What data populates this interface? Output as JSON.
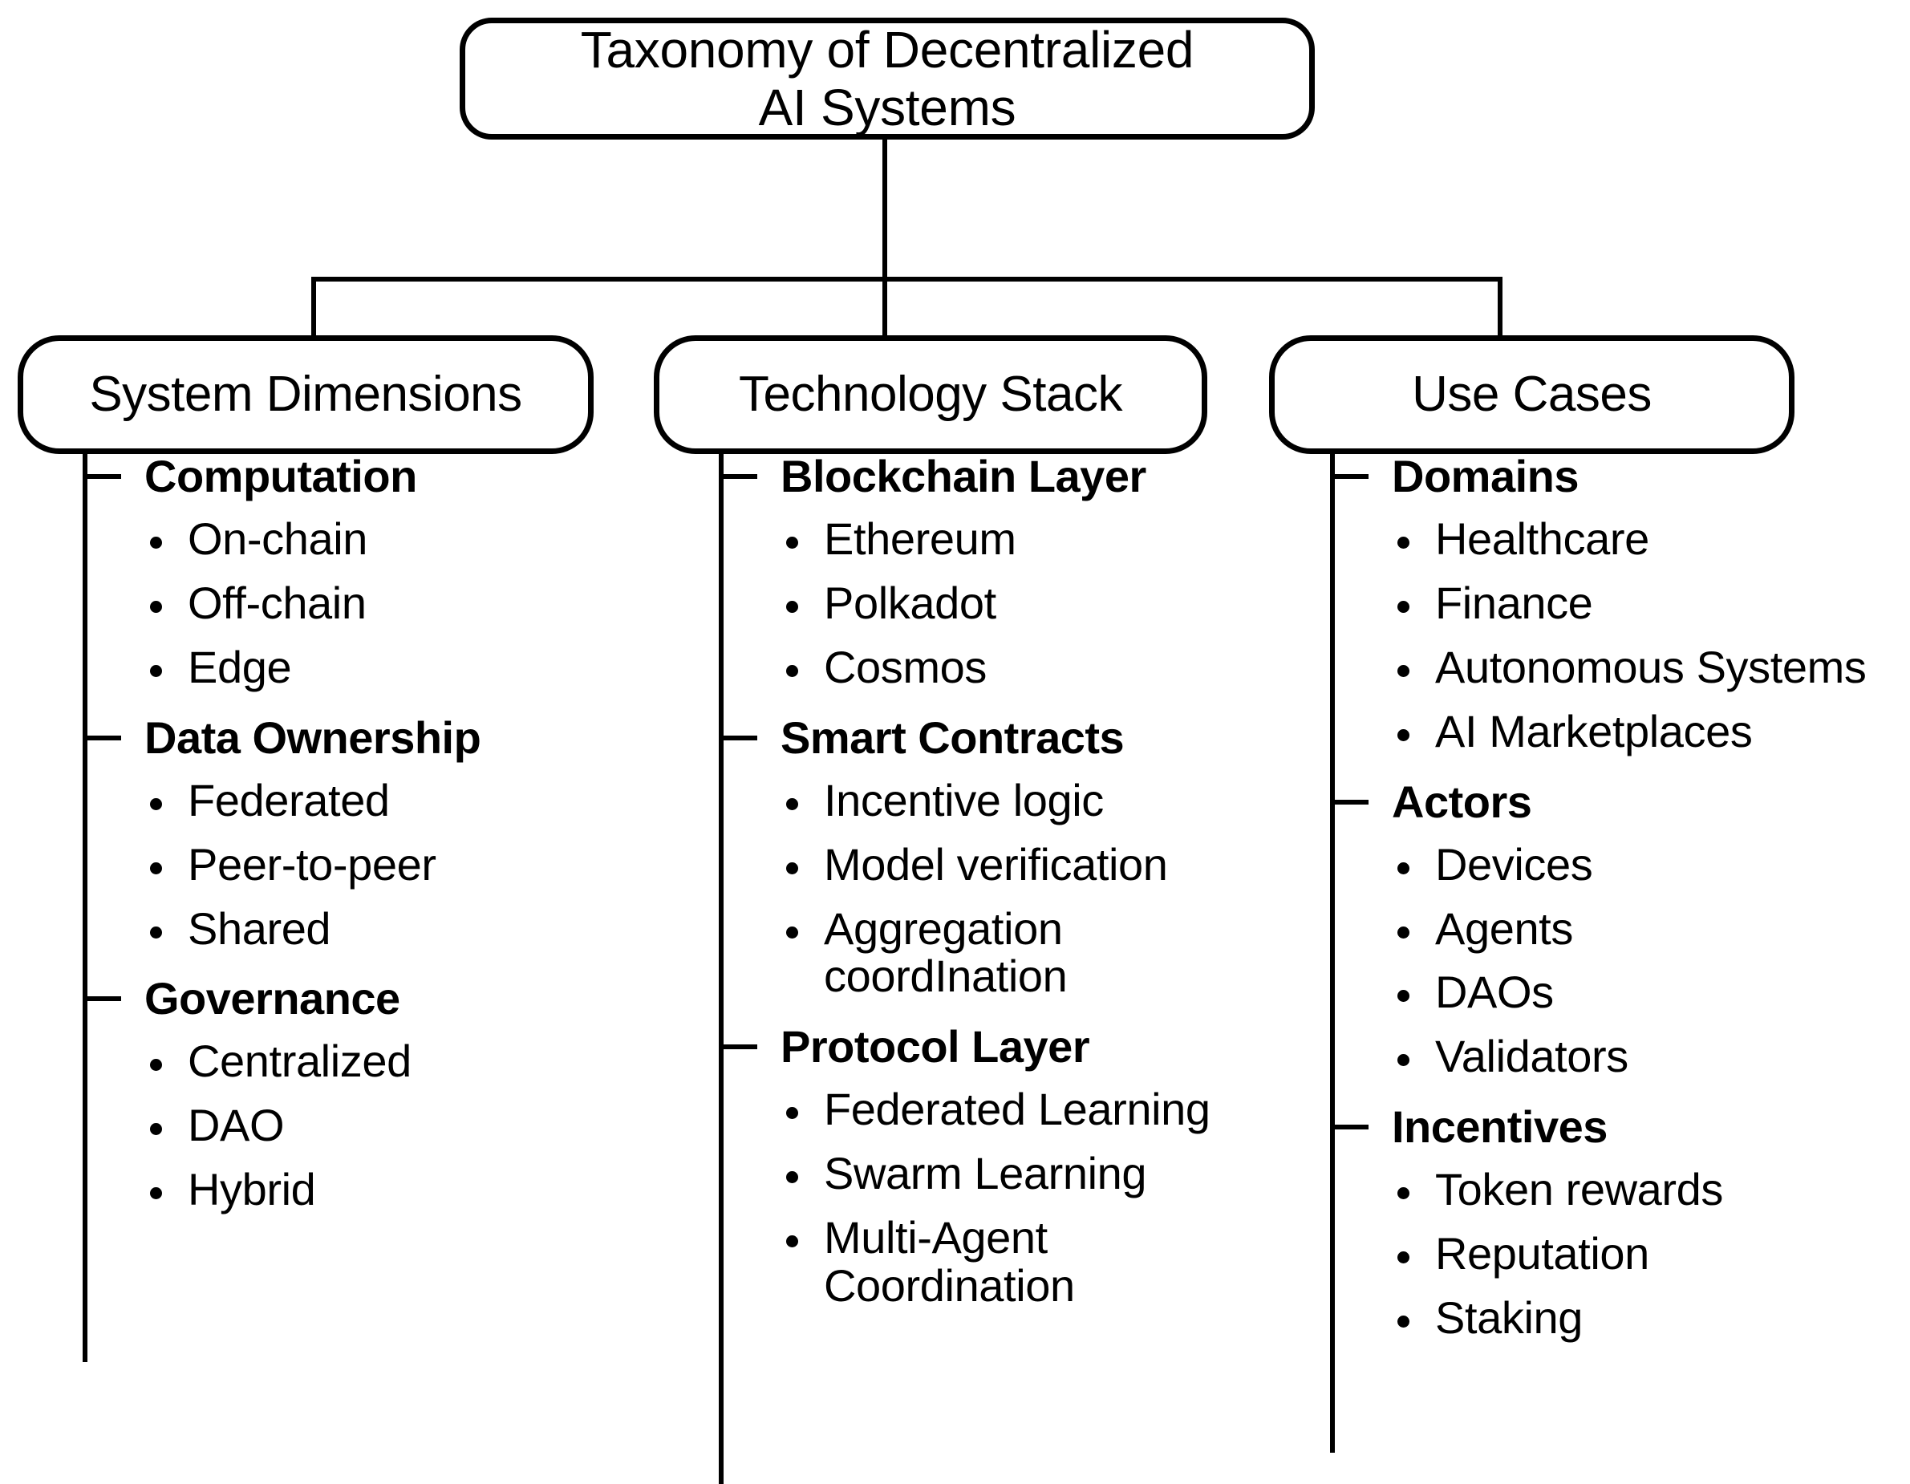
{
  "diagram": {
    "root": {
      "label": "Taxonomy of Decentralized\nAI Systems"
    },
    "branches": [
      {
        "label": "System Dimensions",
        "groups": [
          {
            "label": "Computation",
            "items": [
              "On-chain",
              "Off-chain",
              "Edge"
            ]
          },
          {
            "label": "Data Ownership",
            "items": [
              "Federated",
              "Peer-to-peer",
              "Shared"
            ]
          },
          {
            "label": "Governance",
            "items": [
              "Centralized",
              "DAO",
              "Hybrid"
            ]
          }
        ]
      },
      {
        "label": "Technology Stack",
        "groups": [
          {
            "label": "Blockchain Layer",
            "items": [
              "Ethereum",
              "Polkadot",
              "Cosmos"
            ]
          },
          {
            "label": "Smart Contracts",
            "items": [
              "Incentive logic",
              "Model verification",
              "Aggregation coordInation"
            ]
          },
          {
            "label": "Protocol Layer",
            "items": [
              "Federated Learning",
              "Swarm Learning",
              "Multi-Agent Coordination"
            ]
          }
        ]
      },
      {
        "label": "Use Cases",
        "groups": [
          {
            "label": "Domains",
            "items": [
              "Healthcare",
              "Finance",
              "Autonomous Systems",
              "AI Marketplaces"
            ]
          },
          {
            "label": "Actors",
            "items": [
              "Devices",
              "Agents",
              "DAOs",
              "Validators"
            ]
          },
          {
            "label": "Incentives",
            "items": [
              "Token rewards",
              "Reputation",
              "Staking"
            ]
          }
        ]
      }
    ],
    "colors": {
      "stroke": "#000000",
      "background": "#ffffff",
      "text": "#000000"
    }
  }
}
